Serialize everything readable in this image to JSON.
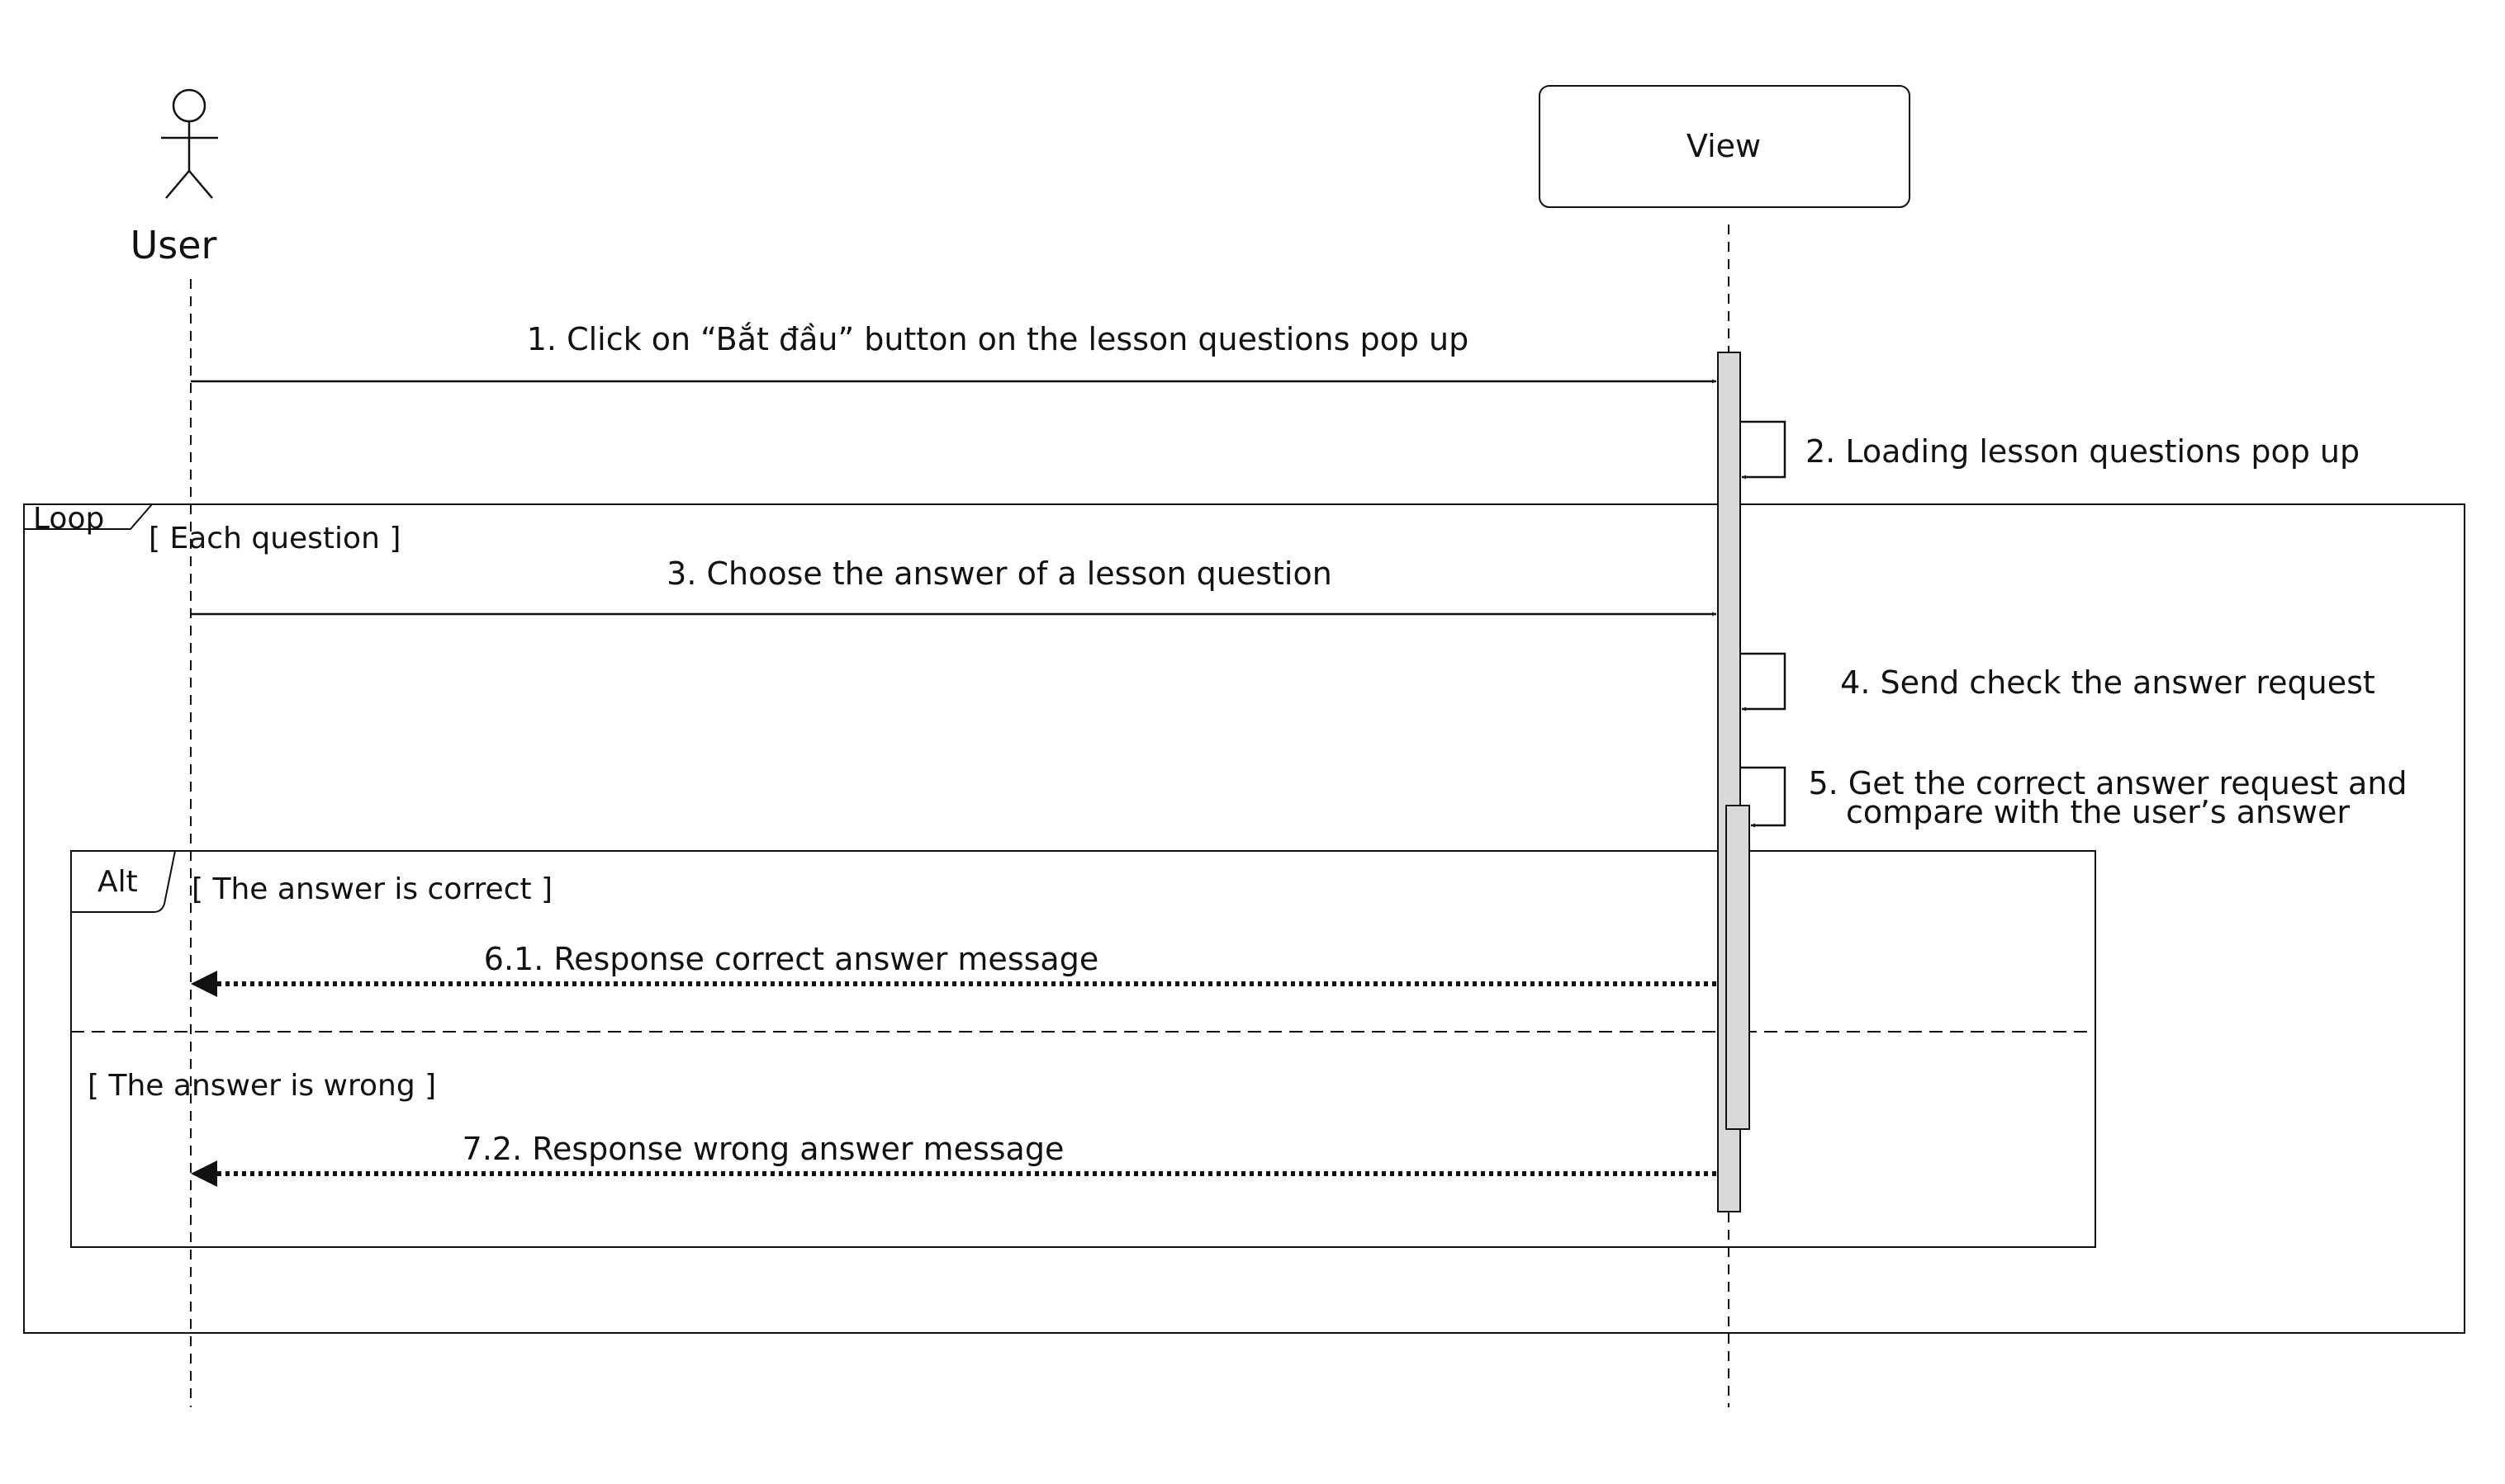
{
  "participants": {
    "user": {
      "label": "User"
    },
    "view": {
      "label": "View"
    }
  },
  "loop_frame": {
    "keyword": "Loop",
    "guard": "[ Each question ]"
  },
  "alt_frame": {
    "keyword": "Alt",
    "guard_1": "[ The answer is correct ]",
    "guard_2": "[ The answer is wrong ]"
  },
  "messages": {
    "m1": "1. Click on “Bắt đầu” button on the lesson questions pop up",
    "m2": "2. Loading lesson questions pop up",
    "m3": "3. Choose the answer of a lesson question",
    "m4": "4. Send check the answer request",
    "m5_line1": "5. Get the correct answer request and",
    "m5_line2": "compare with the user’s answer",
    "m6": "6.1. Response correct answer message",
    "m7": "7.2. Response wrong answer message"
  },
  "colors": {
    "line": "#111111",
    "activation_fill": "#d9d9d9",
    "background": "#ffffff"
  }
}
